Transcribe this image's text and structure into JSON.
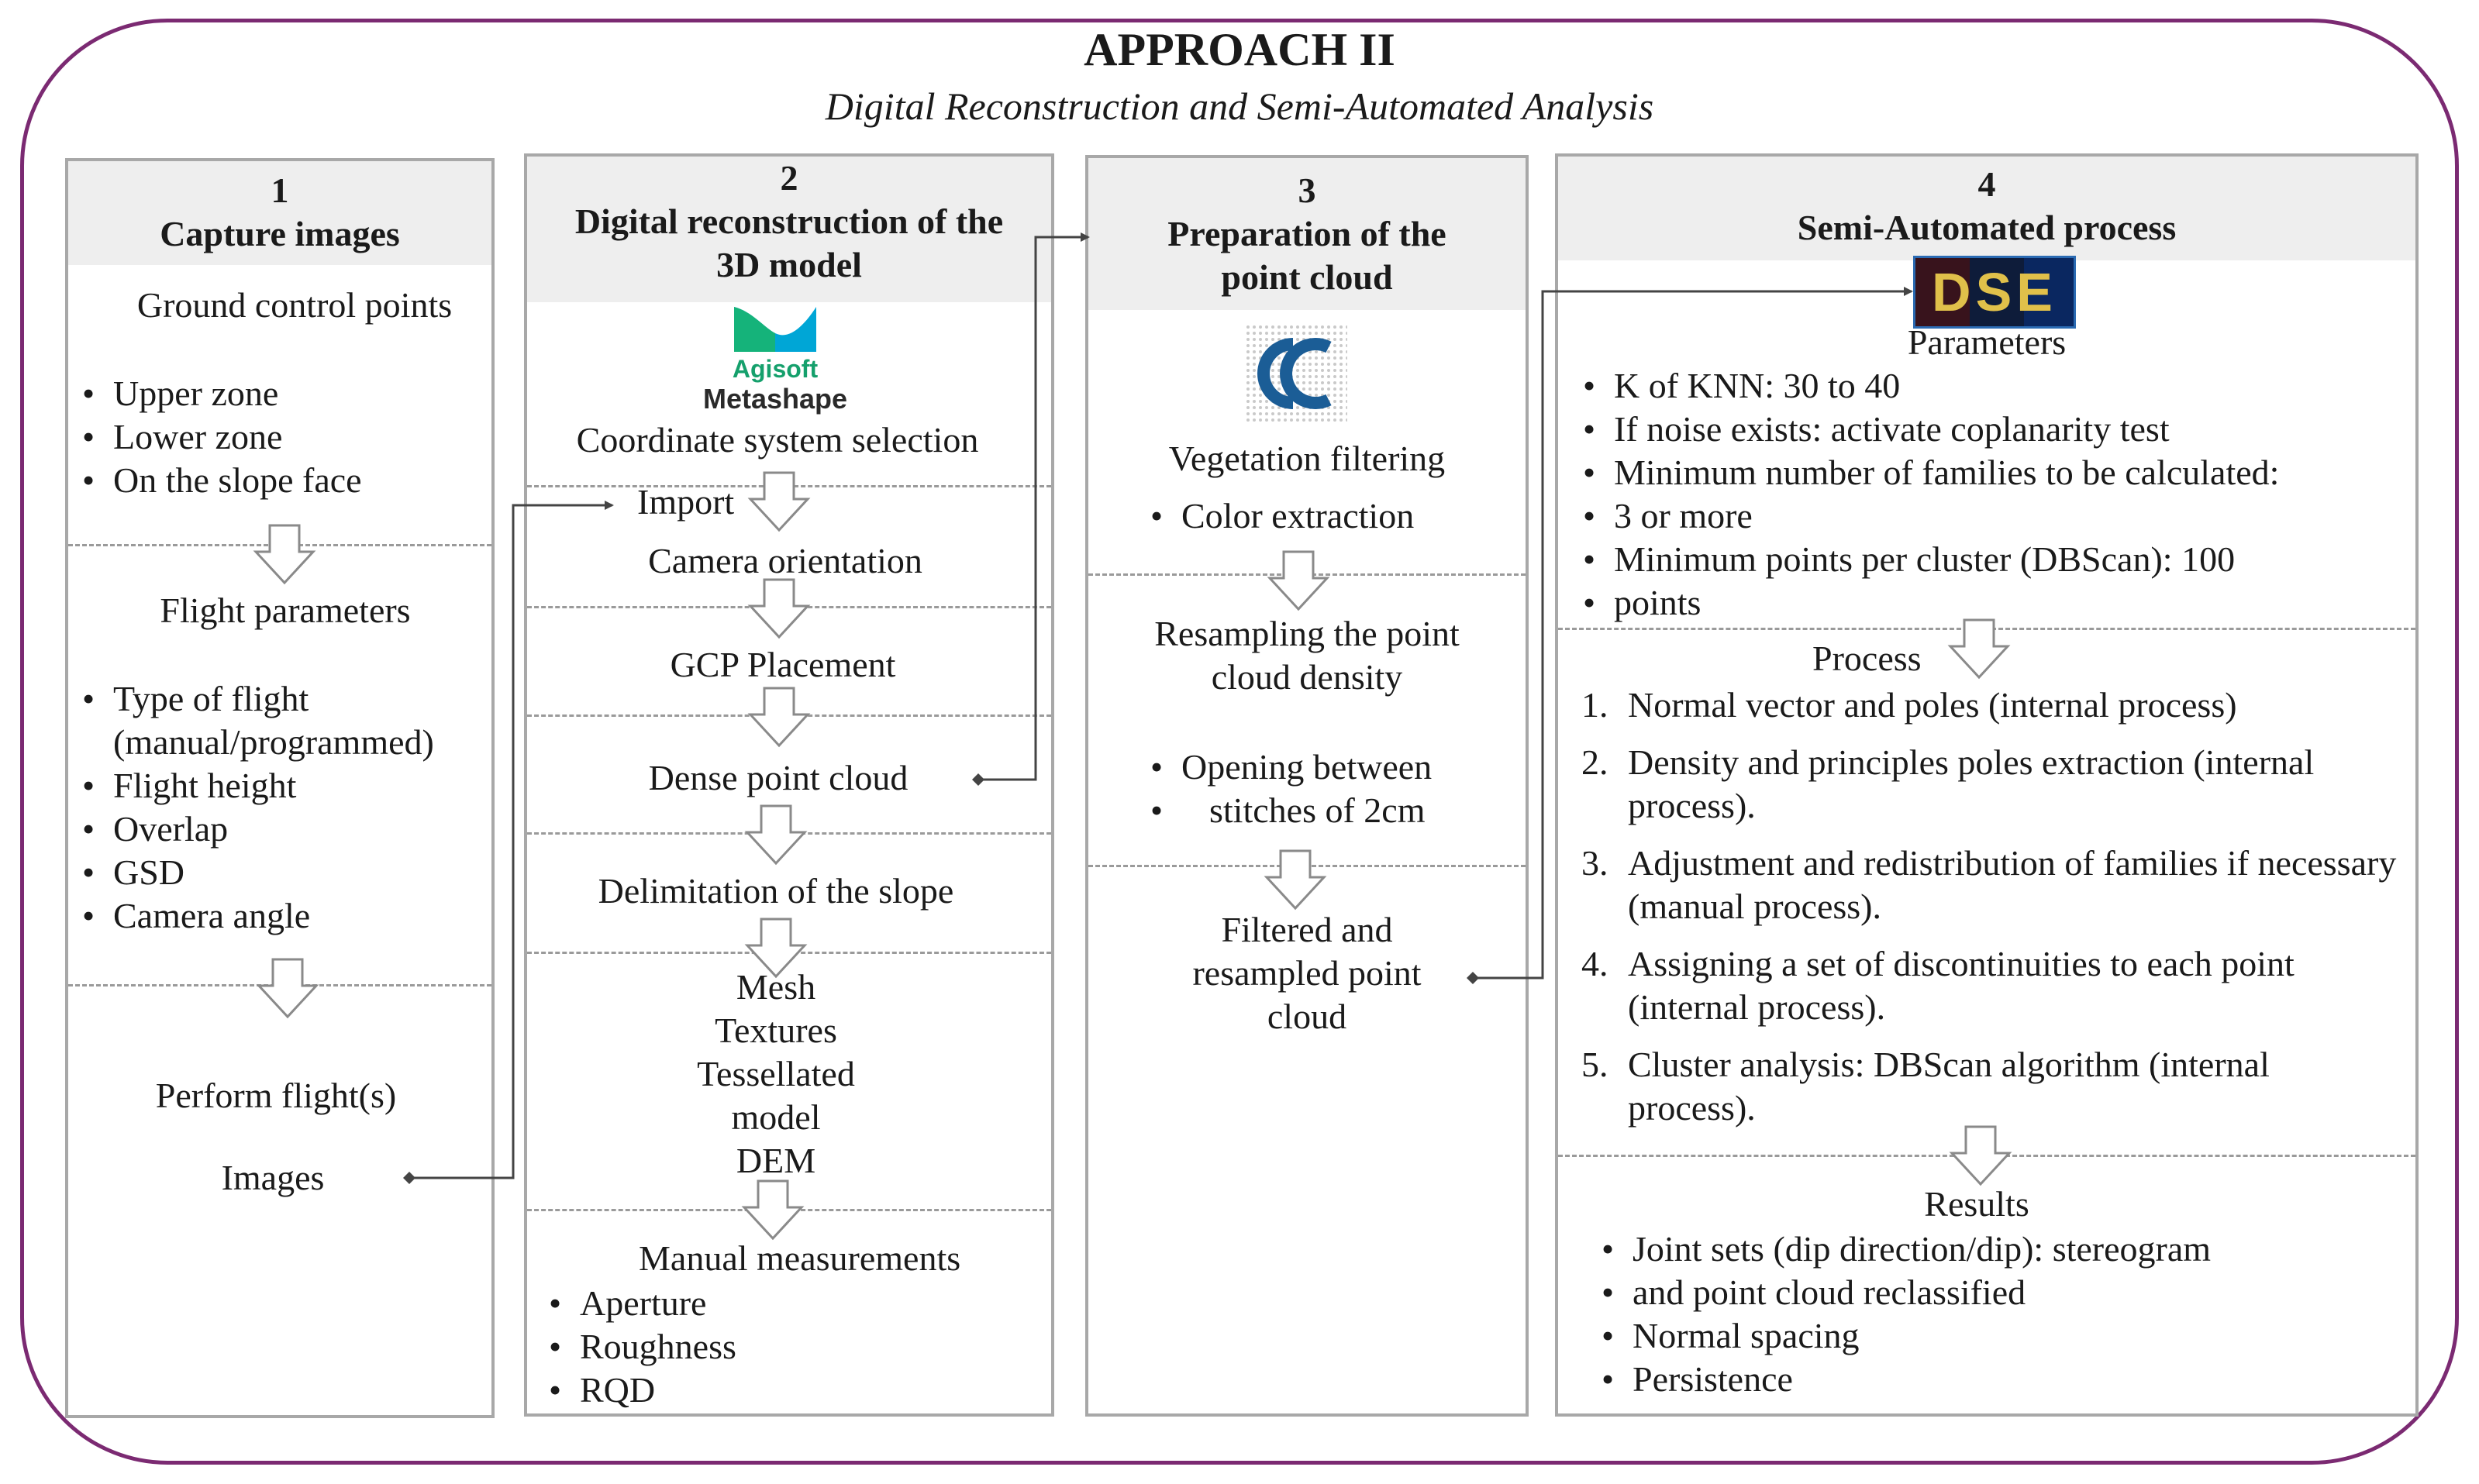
{
  "title": "APPROACH II",
  "subtitle": "Digital Reconstruction and Semi-Automated Analysis",
  "colors": {
    "frame": "#7b2a72",
    "box_border": "#a8a8a8",
    "header_bg": "#eeeeee"
  },
  "columns": [
    {
      "number": "1",
      "title_lines": [
        "Capture images"
      ],
      "sections": {
        "gcp_heading": "Ground control points",
        "gcp_items": [
          "Upper zone",
          "Lower zone",
          "On the slope face"
        ],
        "flight_heading": "Flight parameters",
        "flight_items": [
          "Type of flight (manual/programmed)",
          "Flight height",
          "Overlap",
          "GSD",
          "Camera angle"
        ],
        "perform": "Perform flight(s)",
        "images": "Images"
      }
    },
    {
      "number": "2",
      "title_lines": [
        "Digital reconstruction of the",
        "3D model"
      ],
      "logo": {
        "icon": "agisoft-metashape-logo",
        "brand": "Agisoft",
        "product": "Metashape"
      },
      "steps": {
        "coord": "Coordinate system selection",
        "import": "Import",
        "camera": "Camera orientation",
        "gcp": "GCP Placement",
        "dense": "Dense point cloud",
        "delim": "Delimitation of the slope",
        "products": [
          "Mesh",
          "Textures",
          "Tessellated",
          "model",
          "DEM"
        ],
        "manual_heading": "Manual measurements",
        "manual_items": [
          "Aperture",
          "Roughness",
          "RQD"
        ]
      }
    },
    {
      "number": "3",
      "title_lines": [
        "Preparation of the",
        "point cloud"
      ],
      "logo": {
        "icon": "cloudcompare-logo"
      },
      "steps": {
        "veg": "Vegetation filtering",
        "veg_items": [
          "Color extraction"
        ],
        "resample_lines": [
          "Resampling the point",
          "cloud density"
        ],
        "resample_items": [
          "Opening between",
          "stitches of 2cm"
        ],
        "filtered_lines": [
          "Filtered and",
          "resampled point",
          "cloud"
        ]
      }
    },
    {
      "number": "4",
      "title_lines": [
        "Semi-Automated process"
      ],
      "logo": {
        "icon": "dse-logo",
        "text": "DSE"
      },
      "params_heading": "Parameters",
      "params": [
        "K of KNN:   30 to 40",
        "If noise exists:  activate coplanarity test",
        "Minimum number of families to be calculated:",
        "3 or more",
        "Minimum points per cluster (DBScan):  100",
        "points"
      ],
      "process_heading": "Process",
      "process": [
        {
          "num": "1.",
          "text": "Normal vector and poles (internal process)"
        },
        {
          "num": "2.",
          "text": "Density and principles poles extraction (internal process)."
        },
        {
          "num": "3.",
          "text": "Adjustment and redistribution of families if necessary (manual process)."
        },
        {
          "num": "4.",
          "text": " Assigning a set of discontinuities to each point (internal process)."
        },
        {
          "num": "5.",
          "text": "Cluster analysis: DBScan algorithm (internal process)."
        }
      ],
      "results_heading": "Results",
      "results": [
        "Joint sets (dip direction/dip): stereogram",
        "and point cloud reclassified",
        "Normal spacing",
        "Persistence"
      ]
    }
  ]
}
